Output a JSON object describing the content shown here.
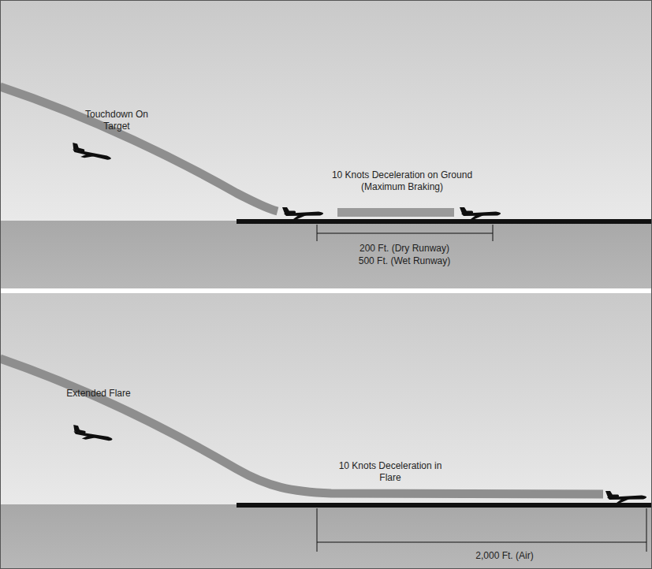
{
  "diagram": {
    "labels": [
      "Touchdown On Target",
      "10 Knots Deceleration on Ground (Maximum Braking)",
      "200 Ft. (Dry Runway)",
      "500 Ft. (Wet Runway)",
      "Extended Flare",
      "10 Knots Deceleration in Flare",
      "2,000 Ft. (Air)"
    ]
  }
}
